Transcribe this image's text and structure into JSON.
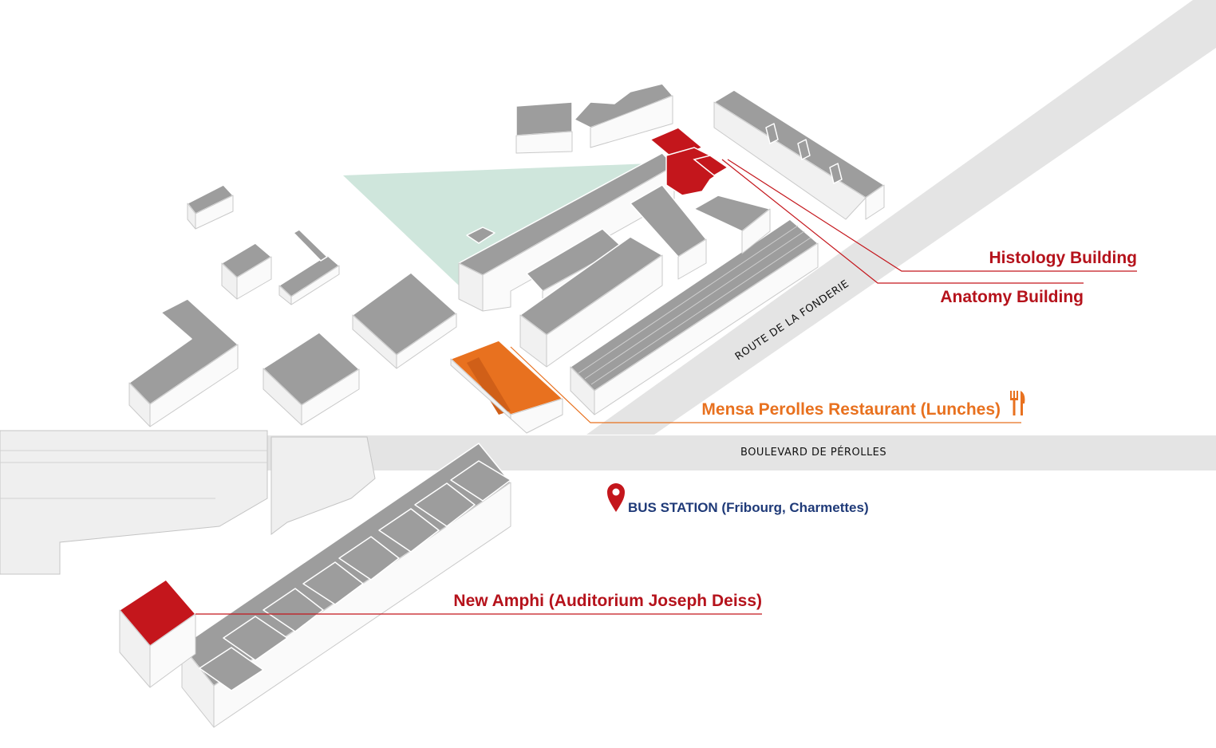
{
  "streets": {
    "route": "ROUTE DE LA FONDERIE",
    "boulevard": "BOULEVARD DE PÉROLLES"
  },
  "labels": {
    "histology": "Histology Building",
    "anatomy": "Anatomy Building",
    "mensa": "Mensa Perolles Restaurant (Lunches)",
    "bus_station": "BUS STATION (Fribourg, Charmettes)",
    "new_amphi": "New Amphi (Auditorium Joseph Deiss)"
  },
  "icons": {
    "mensa": "fork-knife-icon",
    "bus": "map-pin-icon"
  },
  "colors": {
    "highlight_red": "#c4161c",
    "highlight_orange": "#e8711f",
    "label_blue": "#1f3a78",
    "park": "#cfe6dc",
    "road": "#e4e4e4",
    "building_roof": "#9d9d9d"
  }
}
